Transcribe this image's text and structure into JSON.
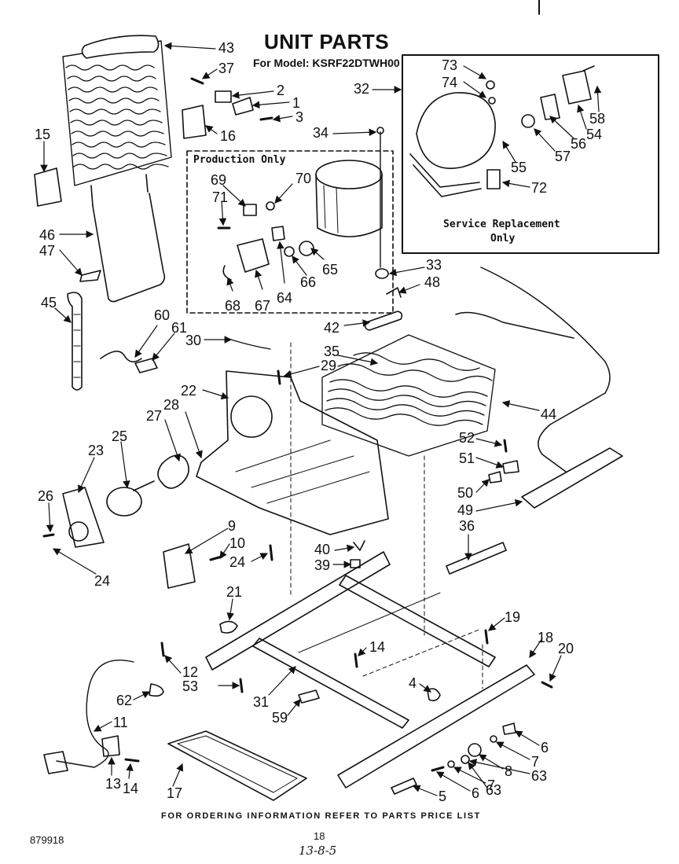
{
  "header": {
    "title": "UNIT PARTS",
    "model": "For Model: KSRF22DTWH00"
  },
  "boxes": {
    "production": "Production Only",
    "service_line1": "Service Replacement",
    "service_line2": "Only"
  },
  "callouts": [
    "43",
    "37",
    "2",
    "1",
    "3",
    "15",
    "16",
    "34",
    "32",
    "73",
    "74",
    "58",
    "54",
    "56",
    "57",
    "55",
    "72",
    "69",
    "71",
    "70",
    "46",
    "47",
    "65",
    "66",
    "64",
    "67",
    "68",
    "33",
    "48",
    "42",
    "45",
    "60",
    "61",
    "30",
    "35",
    "29",
    "22",
    "28",
    "27",
    "25",
    "23",
    "26",
    "44",
    "52",
    "51",
    "50",
    "49",
    "36",
    "9",
    "10",
    "24",
    "24",
    "40",
    "39",
    "21",
    "19",
    "18",
    "20",
    "14",
    "12",
    "53",
    "62",
    "31",
    "4",
    "59",
    "11",
    "6",
    "7",
    "63",
    "8",
    "7",
    "6",
    "63",
    "5",
    "13",
    "14",
    "17"
  ],
  "footer": {
    "ordering": "FOR ORDERING INFORMATION REFER TO PARTS PRICE LIST",
    "page_number": "18",
    "doc_number": "879918",
    "handwritten": "13-8-5"
  },
  "colors": {
    "ink": "#111111",
    "paper": "#ffffff"
  }
}
